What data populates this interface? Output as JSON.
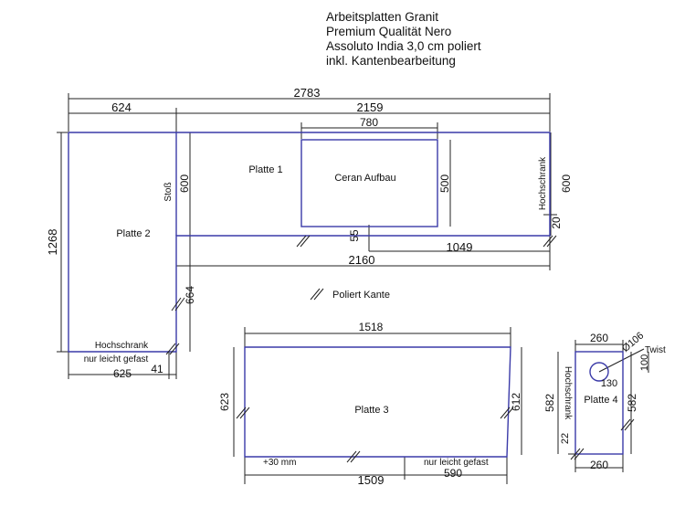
{
  "header": {
    "line1": "Arbeitsplatten Granit",
    "line2": "Premium Qualität Nero",
    "line3": "Assoluto India 3,0 cm poliert",
    "line4": "inkl. Kantenbearbeitung"
  },
  "dimensions": {
    "total_width": "2783",
    "width_624": "624",
    "width_2159": "2159",
    "width_780": "780",
    "depth_600_left": "600",
    "depth_500": "500",
    "depth_600_right": "600",
    "dim_20": "20",
    "dim_55": "55",
    "dim_1049": "1049",
    "dim_2160": "2160",
    "dim_1268": "1268",
    "dim_664": "664",
    "dim_625": "625",
    "dim_41": "41",
    "dim_1518": "1518",
    "dim_623": "623",
    "dim_612": "612",
    "dim_1509": "1509",
    "dim_590": "590",
    "dim_260_top": "260",
    "dim_106": "Ø106",
    "dim_100": "100",
    "dim_130": "130",
    "dim_582_left": "582",
    "dim_582_right": "582",
    "dim_22": "22",
    "dim_260_bottom": "260"
  },
  "labels": {
    "platte1": "Platte 1",
    "platte2": "Platte 2",
    "platte3": "Platte 3",
    "platte4": "Platte 4",
    "ceran": "Ceran Aufbau",
    "stoss": "Stoß",
    "hochschrank_right": "Hochschrank",
    "hochschrank_p2": "Hochschrank",
    "nur_leicht_p2": "nur leicht gefast",
    "poliert_kante": "Poliert Kante",
    "plus30": "+30 mm",
    "nur_leicht_p3": "nur leicht gefast",
    "twist": "Twist",
    "hochschrank_p4": "Hochschrank"
  },
  "colors": {
    "outline": "#3a3aa8",
    "dim_line": "#222222"
  }
}
